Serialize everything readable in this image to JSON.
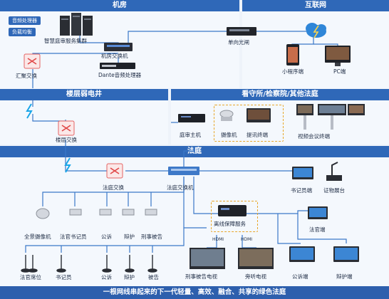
{
  "sections": {
    "machine_room": "机房",
    "internet": "互联网",
    "floor_weak": "楼层弱电井",
    "detention": "看守所/检察院/其他法庭",
    "court": "法庭"
  },
  "machine_room": {
    "tags": [
      "音频处理器",
      "负载均衡"
    ],
    "server_cluster": "智慧庭审服务集群",
    "room_switch": "机房交换机",
    "dante": "Dante音频处理器",
    "agg_switch": "汇聚交换",
    "gateway": "单向光闸"
  },
  "internet": {
    "mini_program": "小程序端",
    "pc": "PC端"
  },
  "floor": {
    "floor_switch": "楼层交换"
  },
  "detention": {
    "host": "庭审主机",
    "camera": "摄像机",
    "prompter": "提讯终端",
    "video_conf": "视频会议终端"
  },
  "court": {
    "court_switch_a": "法庭交换",
    "court_switch_b": "法庭交换机",
    "clerk_end": "书记员端",
    "evidence": "证物展台",
    "judge_end": "法官端",
    "offline": "离线保障服务",
    "hdmi": "HDMI",
    "tv_defendant": "刑事被告电视",
    "tv_audience": "旁听电视",
    "prosecutor_end": "公诉端",
    "defense_end": "辩护端",
    "cameras": [
      "全景摄像机",
      "法官书记员",
      "公诉",
      "辩护",
      "刑事被告"
    ],
    "mics": [
      "法官席位",
      "书记员",
      "公诉",
      "辩护",
      "被告"
    ]
  },
  "footer": "一根网线串起来的下一代轻量、高效、融合、共享的绿色法庭"
}
